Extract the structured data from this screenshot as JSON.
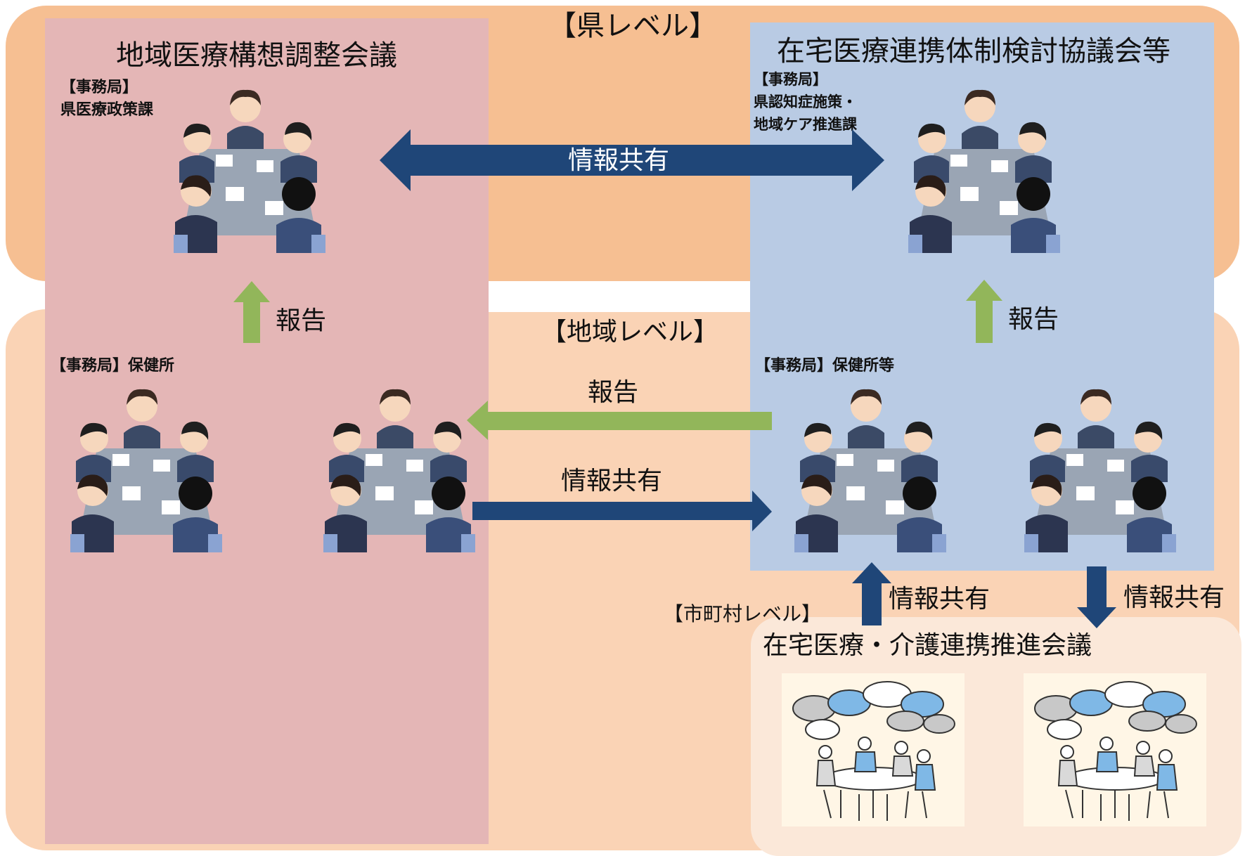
{
  "levels": {
    "pref": "【県レベル】",
    "region": "【地域レベル】",
    "muni": "【市町村レベル】"
  },
  "left_council": {
    "title": "地域医療構想調整会議",
    "secretariat_line1": "【事務局】",
    "secretariat_line2": "県医療政策課",
    "local_secretariat": "【事務局】保健所"
  },
  "right_council": {
    "title": "在宅医療連携体制検討協議会等",
    "secretariat_line1": "【事務局】",
    "secretariat_line2": "県認知症施策・",
    "secretariat_line3": "地域ケア推進課",
    "local_secretariat": "【事務局】保健所等"
  },
  "muni_council": {
    "title": "在宅医療・介護連携推進会議"
  },
  "arrows": {
    "top_share": "情報共有",
    "left_report": "報告",
    "right_report": "報告",
    "mid_report": "報告",
    "mid_share": "情報共有",
    "up_share": "情報共有",
    "down_share": "情報共有"
  },
  "icons": {
    "meeting": "meeting-people-icon",
    "discussion": "group-discussion-icon"
  },
  "colors": {
    "pref_bg": "#f6bf92",
    "local_bg": "#fad3b5",
    "pink": "#e4b6b6",
    "blue": "#b9cbe4",
    "muni_bg": "#fbe8d9",
    "navy_arrow": "#1f4678",
    "green_arrow": "#92b65a"
  }
}
